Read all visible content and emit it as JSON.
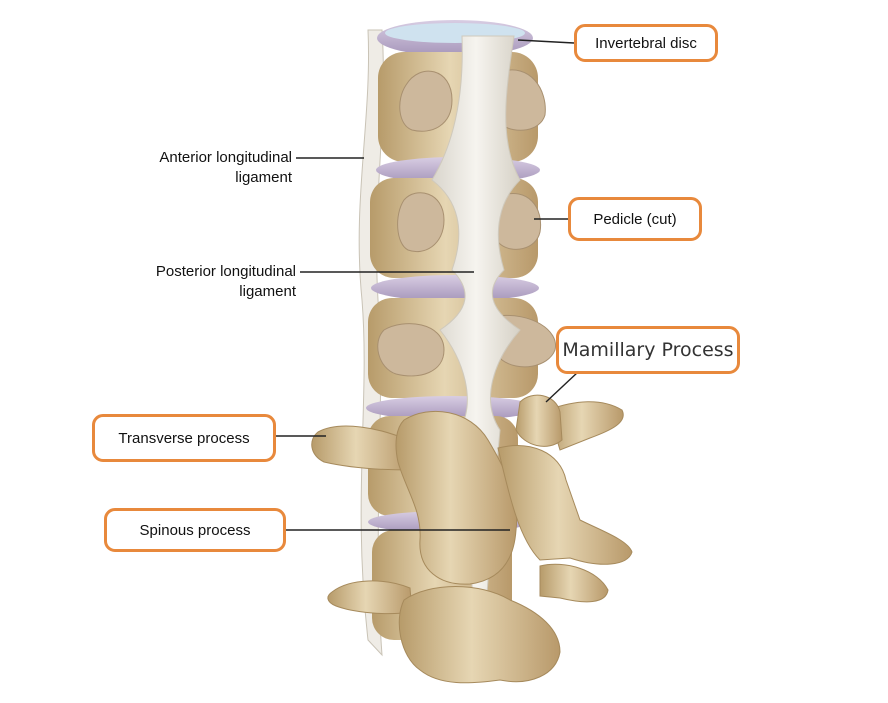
{
  "labels": {
    "invertebral_disc": "Invertebral disc",
    "anterior_ligament_line1": "Anterior longitudinal",
    "anterior_ligament_line2": "ligament",
    "pedicle": "Pedicle (cut)",
    "posterior_ligament_line1": "Posterior longitudinal",
    "posterior_ligament_line2": "ligament",
    "mamillary_process": "Mamillary Process",
    "transverse_process": "Transverse process",
    "spinous_process": "Spinous process"
  },
  "colors": {
    "callout_border": "#e8893c",
    "bone": "#d9c7a0",
    "bone_shadow": "#b89d6c",
    "pedicle_cut": "#cdb89c",
    "disc": "#b9a9c9",
    "ligament": "#ece9e2",
    "leader_line": "#222222"
  }
}
